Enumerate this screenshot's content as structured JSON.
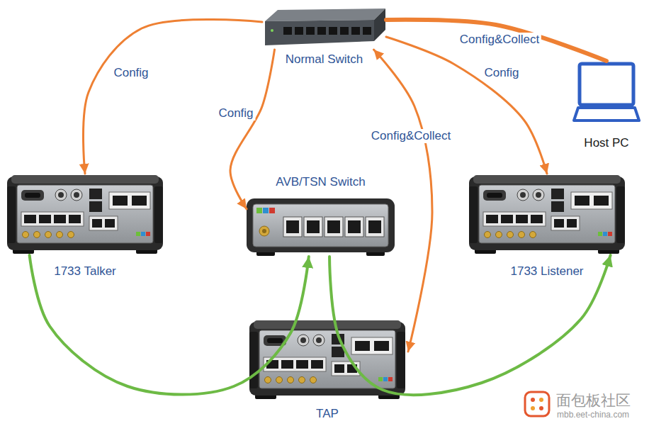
{
  "diagram": {
    "nodes": [
      {
        "text": [
          "Normal Switch"
        ]
      },
      {
        "text": [
          "Host PC"
        ]
      },
      {
        "text": [
          "1733 Talker"
        ]
      },
      {
        "text": [
          "AVB/TSN Switch"
        ]
      },
      {
        "text": [
          "1733 Listener"
        ]
      },
      {
        "text": [
          "TAP"
        ]
      }
    ],
    "edges": [
      {
        "from": 0,
        "to": 2,
        "arrow": "to",
        "label": "Config"
      },
      {
        "from": 0,
        "to": 3,
        "arrow": "to",
        "label": "Config"
      },
      {
        "from": 0,
        "to": 5,
        "arrow": "both",
        "label": "Config&Collect"
      },
      {
        "from": 0,
        "to": 4,
        "arrow": "to",
        "label": "Config"
      },
      {
        "from": 0,
        "to": 1,
        "arrow": "none",
        "label": "Config&Collect"
      },
      {
        "from": 2,
        "to": 3,
        "arrow": "to"
      },
      {
        "from": 3,
        "to": 4,
        "arrow": "to"
      }
    ],
    "labels": [
      "面包板社区",
      "mbb.eet-china.com"
    ]
  }
}
